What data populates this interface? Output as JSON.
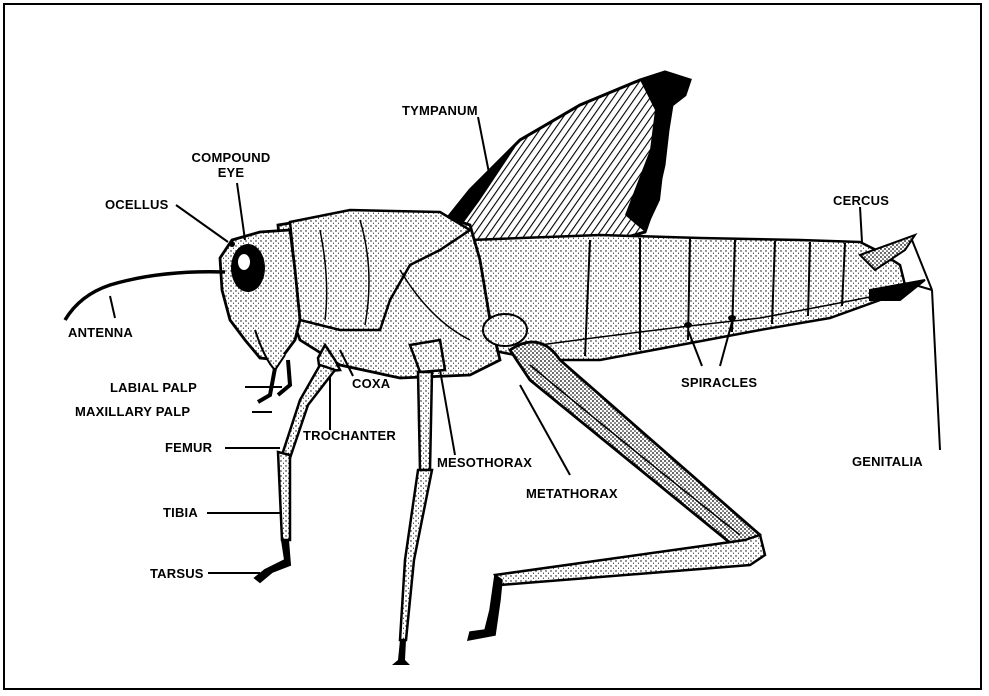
{
  "labels": {
    "tympanum": "TYMPANUM",
    "compound_eye_line1": "COMPOUND",
    "compound_eye_line2": "EYE",
    "ocellus": "OCELLUS",
    "antenna": "ANTENNA",
    "labial_palp": "LABIAL PALP",
    "maxillary_palp": "MAXILLARY PALP",
    "femur": "FEMUR",
    "tibia": "TIBIA",
    "tarsus": "TARSUS",
    "coxa": "COXA",
    "trochanter": "TROCHANTER",
    "mesothorax": "MESOTHORAX",
    "metathorax": "METATHORAX",
    "spiracles": "SPIRACLES",
    "cercus": "CERCUS",
    "genitalia": "GENITALIA"
  },
  "colors": {
    "ink": "#000000",
    "paper": "#ffffff",
    "stipple": "#e8e8e8"
  }
}
